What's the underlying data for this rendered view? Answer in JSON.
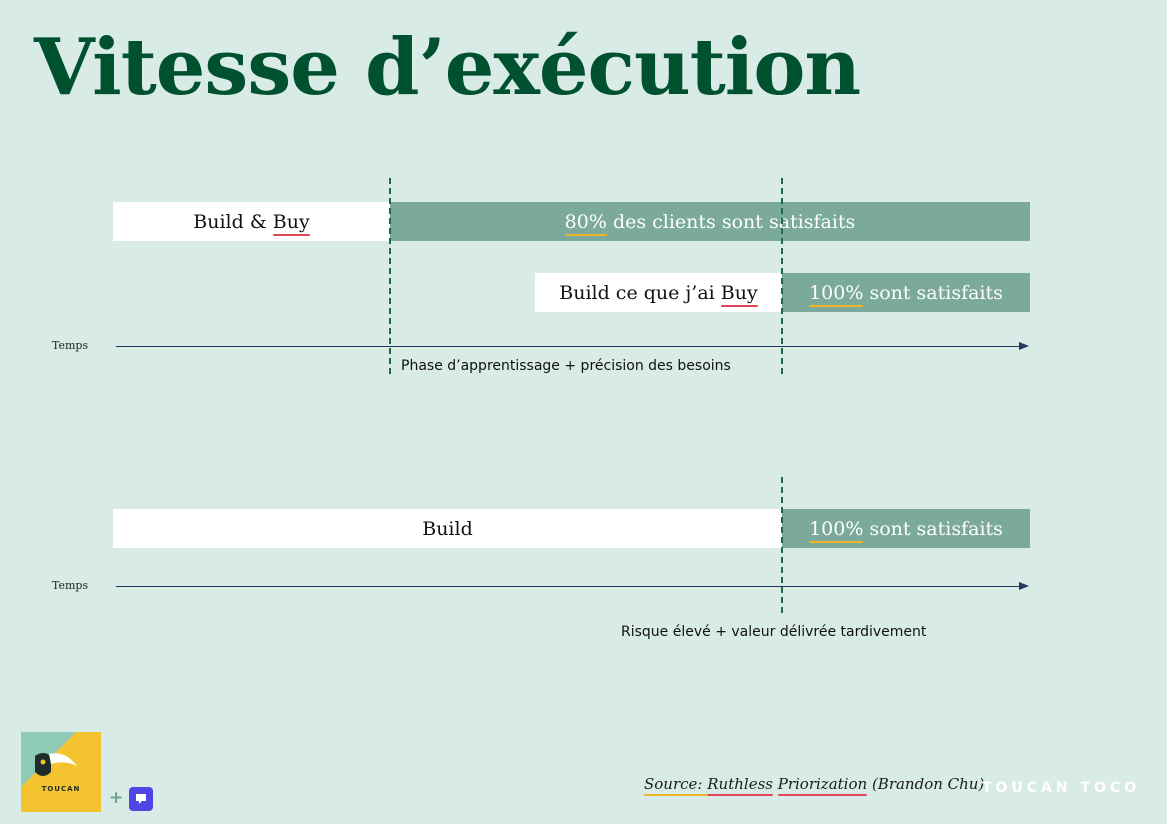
{
  "title": "Vitesse d’exécution",
  "colors": {
    "background": "#d9ebe6",
    "title": "#005130",
    "bar_white": "#ffffff",
    "bar_green": "#7ba99c",
    "axis": "#23375e",
    "milestone": "#1f6a46",
    "underline_red": "#e0475a",
    "underline_orange": "#f0b429"
  },
  "top_diagram": {
    "row1": {
      "left_label": [
        "Build & ",
        "Buy"
      ],
      "right_label": [
        "80%",
        " des clients sont satisfaits"
      ]
    },
    "row2": {
      "left_label": [
        "Build ce que j’ai ",
        "Buy"
      ],
      "right_label": [
        "100%",
        " sont satisfaits"
      ]
    },
    "axis_label": "Temps",
    "phase_note": "Phase d’apprentissage + précision des besoins"
  },
  "bottom_diagram": {
    "row1": {
      "left_label": "Build",
      "right_label": [
        "100%",
        " sont satisfaits"
      ]
    },
    "axis_label": "Temps",
    "risk_note": "Risque élevé + valeur délivrée tardivement"
  },
  "footer": {
    "logo_text": "TOUCAN",
    "logo_icon": "toucan-logo",
    "plus": "+",
    "app_icon": "app-logo-icon",
    "source": {
      "prefix": "Source: ",
      "title_parts": [
        "Ruthless",
        " ",
        "Priorization"
      ],
      "author": " (Brandon Chu)"
    },
    "brand": "TOUCAN TOCO"
  }
}
